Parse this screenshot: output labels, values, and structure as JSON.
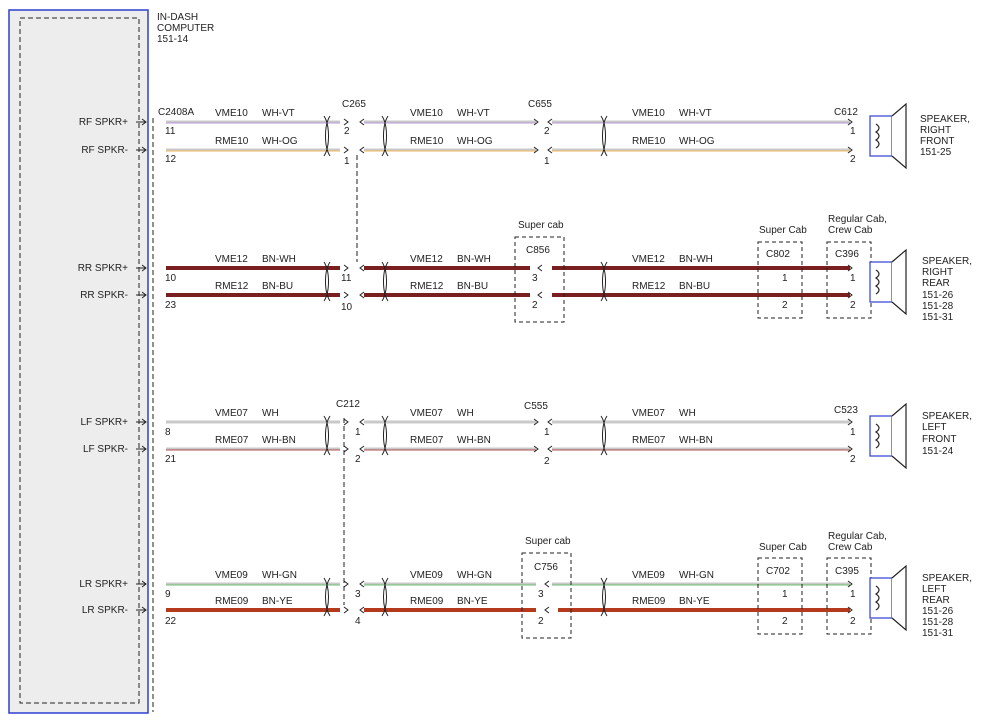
{
  "module": {
    "title_lines": [
      "IN-DASH",
      "COMPUTER",
      "151-14"
    ],
    "connector": "C2408A"
  },
  "terminals": {
    "rf_pos": "RF SPKR+",
    "rf_neg": "RF SPKR-",
    "rr_pos": "RR SPKR+",
    "rr_neg": "RR SPKR-",
    "lf_pos": "LF SPKR+",
    "lf_neg": "LF SPKR-",
    "lr_pos": "LR SPKR+",
    "lr_neg": "LR SPKR-"
  },
  "wires": [
    {
      "circuit": "VME10",
      "color": "WH-VT"
    },
    {
      "circuit": "RME10",
      "color": "WH-OG"
    },
    {
      "circuit": "VME12",
      "color": "BN-WH"
    },
    {
      "circuit": "RME12",
      "color": "BN-BU"
    },
    {
      "circuit": "VME07",
      "color": "WH"
    },
    {
      "circuit": "RME07",
      "color": "WH-BN"
    },
    {
      "circuit": "VME09",
      "color": "WH-GN"
    },
    {
      "circuit": "RME09",
      "color": "BN-YE"
    }
  ],
  "connectors": {
    "c265": "C265",
    "c655": "C655",
    "c612": "C612",
    "c856": "C856",
    "c802": "C802",
    "c396": "C396",
    "c212": "C212",
    "c555": "C555",
    "c523": "C523",
    "c756": "C756",
    "c702": "C702",
    "c395": "C395"
  },
  "notes": {
    "super_cab_lower": "Super cab",
    "super_cab_upper": "Super Cab",
    "regular_cab": "Regular Cab,",
    "crew_cab": "Crew Cab"
  },
  "speakers": {
    "rf": [
      "SPEAKER,",
      "RIGHT",
      "FRONT",
      "151-25"
    ],
    "rr": [
      "SPEAKER,",
      "RIGHT",
      "REAR",
      "151-26",
      "151-28",
      "151-31"
    ],
    "lf": [
      "SPEAKER,",
      "LEFT",
      "FRONT",
      "151-24"
    ],
    "lr": [
      "SPEAKER,",
      "LEFT",
      "REAR",
      "151-26",
      "151-28",
      "151-31"
    ]
  },
  "pins": {
    "m_rf": [
      "11",
      "12"
    ],
    "m_rr": [
      "10",
      "23"
    ],
    "m_lf": [
      "8",
      "21"
    ],
    "m_lr": [
      "9",
      "22"
    ],
    "c265": [
      "2",
      "1"
    ],
    "c655": [
      "2",
      "1"
    ],
    "c612": [
      "1",
      "2"
    ],
    "c265_rr": [
      "11",
      "10"
    ],
    "c856": [
      "3",
      "2"
    ],
    "c802": [
      "1",
      "2"
    ],
    "c396": [
      "1",
      "2"
    ],
    "c212": [
      "1",
      "2"
    ],
    "c555": [
      "1",
      "2"
    ],
    "c523": [
      "1",
      "2"
    ],
    "c212_lr": [
      "3",
      "4"
    ],
    "c756": [
      "3",
      "2"
    ],
    "c702": [
      "1",
      "2"
    ],
    "c395": [
      "1",
      "2"
    ]
  },
  "colors": {
    "wire_wh": "#c9c9c9",
    "wire_vt": "#b79ad6",
    "wire_og": "#f0b55a",
    "wire_bn": "#7a1f1f",
    "wire_gn": "#6fbf6f",
    "wire_ye": "#e2b030",
    "module_border": "#2f3fd0",
    "module_fill": "#ededed"
  }
}
